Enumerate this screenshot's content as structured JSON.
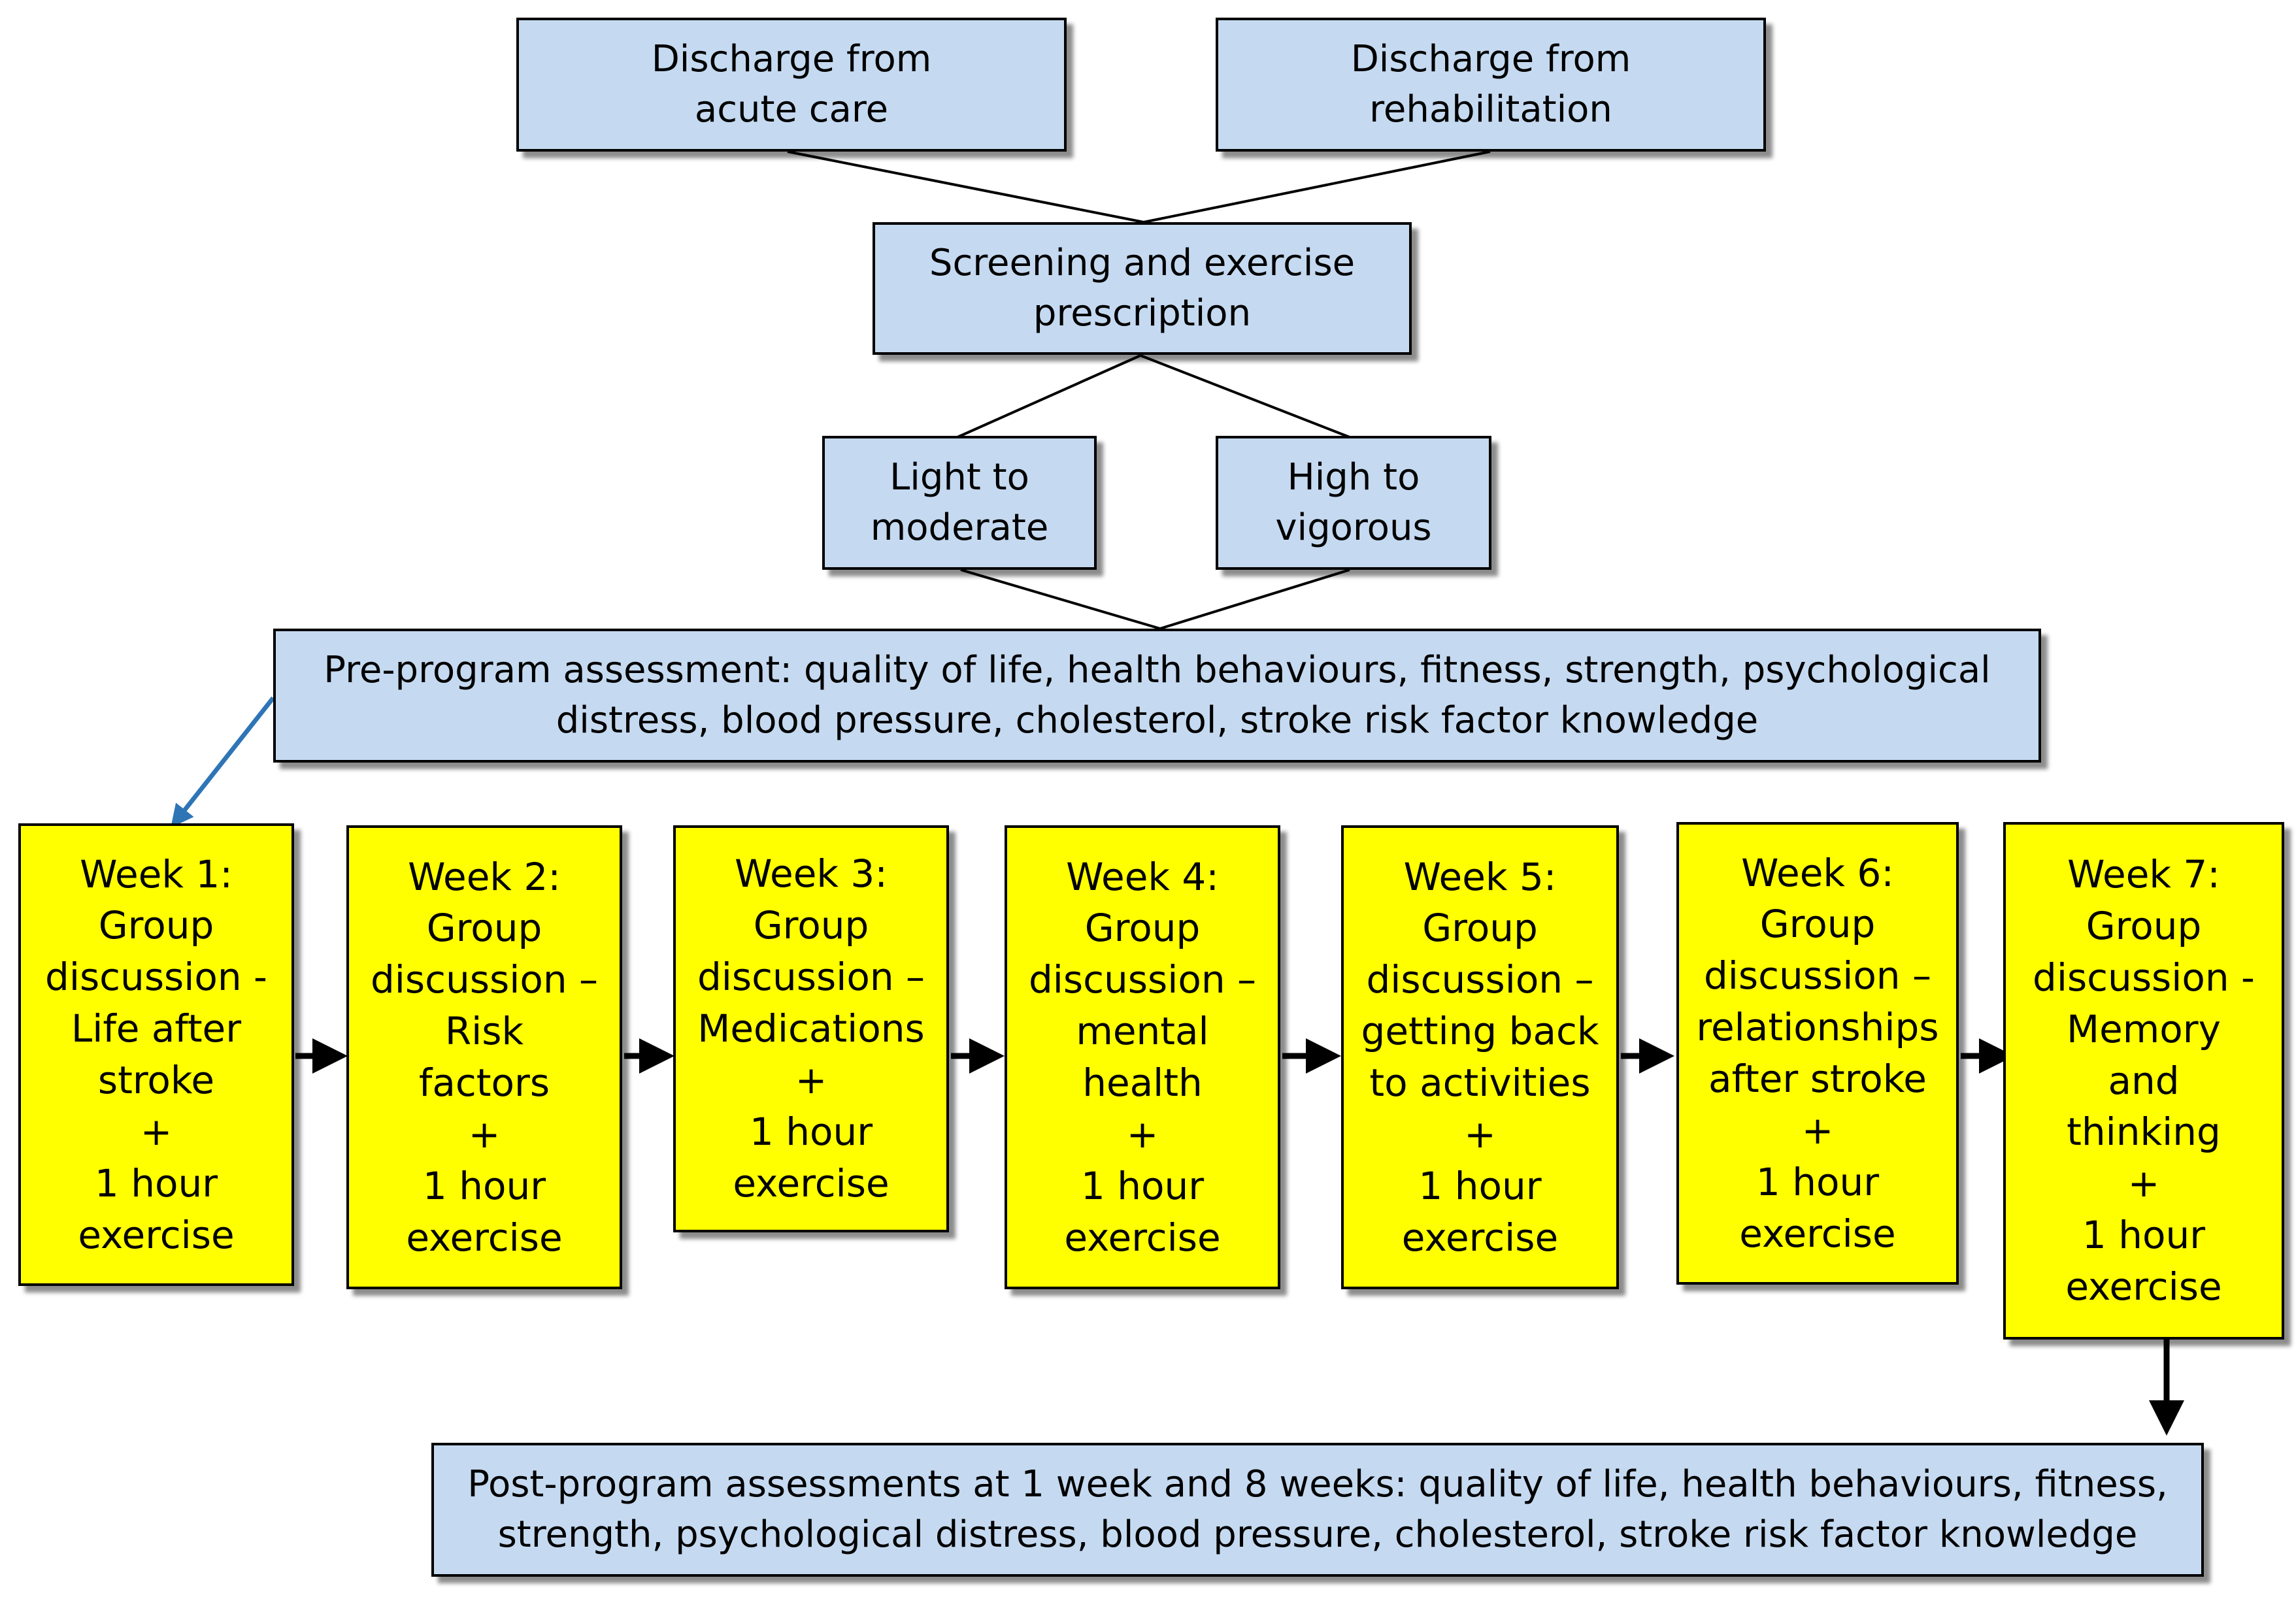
{
  "top": {
    "acute": "Discharge from\nacute care",
    "rehab": "Discharge from\nrehabilitation"
  },
  "screening": "Screening and exercise\nprescription",
  "intensity": {
    "light": "Light to\nmoderate",
    "high": "High to\nvigorous"
  },
  "pre_assessment": "Pre-program assessment: quality of life, health behaviours, fitness, strength, psychological\ndistress, blood pressure, cholesterol, stroke risk factor knowledge",
  "weeks": [
    "Week 1:\nGroup\ndiscussion -\nLife after\nstroke\n+\n1 hour\nexercise",
    "Week 2:\nGroup\ndiscussion –\nRisk\nfactors\n+\n1 hour\nexercise",
    "Week 3:\nGroup\ndiscussion –\nMedications\n+\n1 hour\nexercise",
    "Week 4:\nGroup\ndiscussion –\nmental\nhealth\n+\n1 hour\nexercise",
    "Week 5:\nGroup\ndiscussion –\ngetting back\nto activities\n+\n1 hour\nexercise",
    "Week 6:\nGroup\ndiscussion –\nrelationships\nafter stroke\n+\n1 hour\nexercise",
    "Week 7:\nGroup\ndiscussion -\nMemory\nand\nthinking\n+\n1 hour\nexercise"
  ],
  "post_assessment": "Post-program assessments at 1 week and 8 weeks: quality of life, health behaviours, fitness,\nstrength, psychological distress, blood pressure, cholesterol, stroke risk factor knowledge",
  "colors": {
    "blue_box": "#c5daf1",
    "yellow_box": "#ffff00",
    "arrow_blue": "#2e75b6"
  }
}
